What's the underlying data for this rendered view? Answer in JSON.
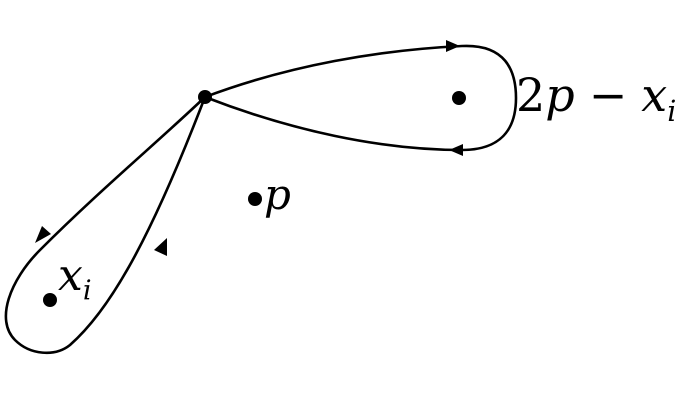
{
  "diagram": {
    "colors": {
      "stroke": "#000000",
      "background": "#ffffff"
    },
    "points": {
      "base": {
        "label": ""
      },
      "p": {
        "label": "p"
      },
      "x_i": {
        "label_main": "x",
        "label_sub": "i"
      },
      "reflected": {
        "label_prefix": "2",
        "label_p": "p",
        "label_minus": "−",
        "label_x": "x",
        "label_sub": "i"
      }
    },
    "loops": [
      {
        "name": "loop around x_i",
        "direction": "counterclockwise"
      },
      {
        "name": "loop around 2p - x_i",
        "direction": "clockwise"
      }
    ]
  }
}
